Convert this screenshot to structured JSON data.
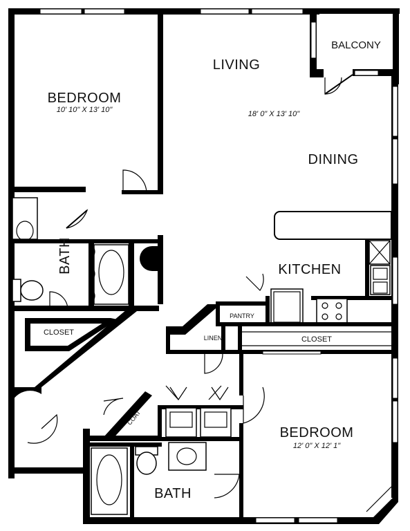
{
  "plan": {
    "rooms": {
      "bedroom1": {
        "name": "BEDROOM",
        "dims": "10' 10\" X 13' 10\""
      },
      "living": {
        "name": "LIVING",
        "dims": "18' 0\" X 13' 10\""
      },
      "balcony": {
        "name": "BALCONY"
      },
      "dining": {
        "name": "DINING"
      },
      "kitchen": {
        "name": "KITCHEN"
      },
      "pantry": {
        "name": "PANTRY"
      },
      "linen": {
        "name": "LINEN"
      },
      "closet1": {
        "name": "CLOSET"
      },
      "closet2": {
        "name": "CLOSET"
      },
      "bath1": {
        "name": "BATH"
      },
      "bath2": {
        "name": "BATH"
      },
      "coat": {
        "name": "COAT"
      },
      "bedroom2": {
        "name": "BEDROOM",
        "dims": "12' 0\" X 12' 1\""
      }
    }
  }
}
